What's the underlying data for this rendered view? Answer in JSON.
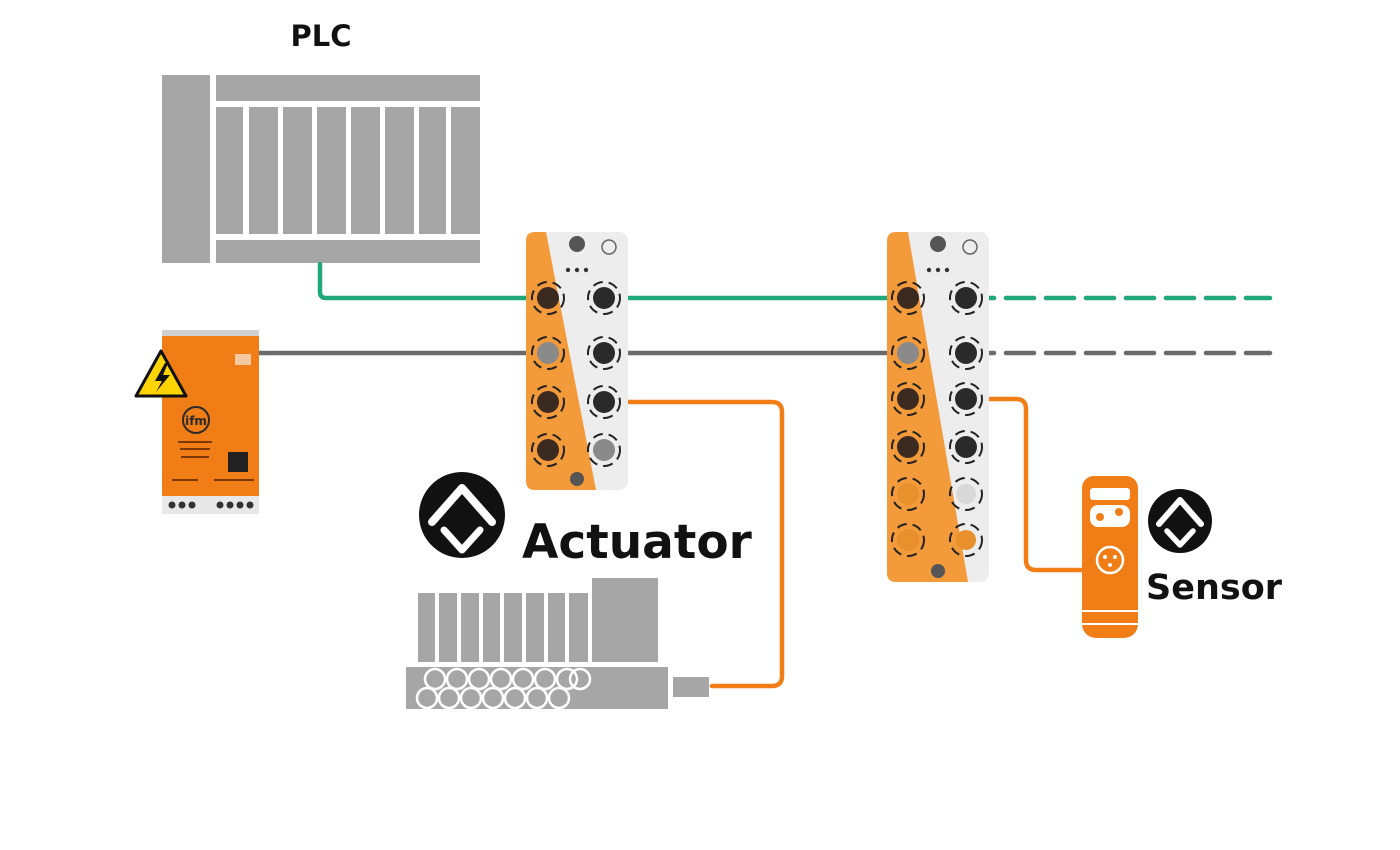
{
  "labels": {
    "plc": "PLC",
    "actuator": "Actuator",
    "sensor": "Sensor"
  },
  "colors": {
    "bus_line": "#1fa87a",
    "power_line": "#6b6b6b",
    "io_line": "#f07d16",
    "module_orange": "#f39a3b",
    "device_gray": "#a6a6a6",
    "sensor_orange": "#f07d16"
  },
  "icons": [
    "warning-triangle-icon",
    "io-link-actuator-icon",
    "io-link-sensor-icon",
    "ifm-logo-icon"
  ]
}
